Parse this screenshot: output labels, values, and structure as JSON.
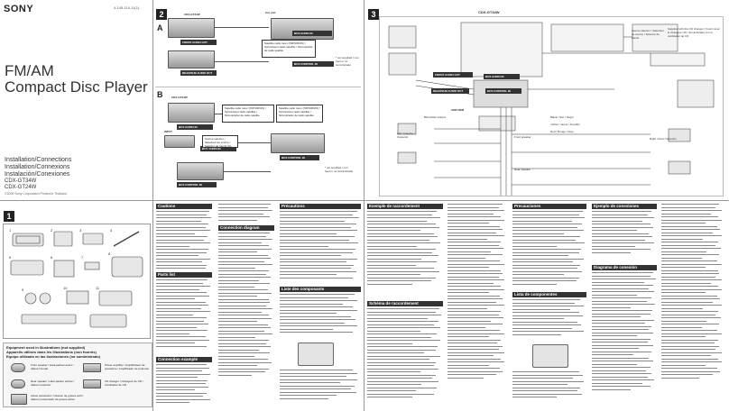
{
  "cover": {
    "brand": "SONY",
    "doc_number": "4-145-114-11(1)",
    "title_line1": "FM/AM",
    "title_line2": "Compact Disc Player",
    "sub1": "Installation/Connections",
    "sub2": "Installation/Connexions",
    "sub3": "Instalación/Conexiones",
    "model1": "CDX-GT34W",
    "model2": "CDX-GT24W",
    "copyright": "©2009 Sony Corporation   Printed in Thailand"
  },
  "sections": {
    "s1": "1",
    "s2": "2",
    "s3": "3",
    "letter_a": "A",
    "letter_b": "B"
  },
  "diagram2": {
    "model_a": "CDX-GT34W",
    "model_b": "CDX-GT34W",
    "car_unit": "Car unit",
    "front_out": "FRONT AUDIO OUT",
    "rear_out": "REAR/SUB AUDIO OUT",
    "bus_audio_in": "BUS AUDIO IN",
    "bus_control_in": "BUS CONTROL IN",
    "sat_tuner": "Satellite radio tuner (XM/SIRIUS) / Syntoniseur radio satellite / Sintonizador de radio satélite",
    "source_selector": "Source selector / Sélecteur de source / Selector de fuente XA-C40",
    "not_supplied": "* not supplied / non fourni / no suministrado",
    "input": "INPUT"
  },
  "diagram3": {
    "model": "CDX-GT34W",
    "front_out": "FRONT AUDIO OUT",
    "rear_out": "REAR/SUB AUDIO OUT",
    "bus_audio_in": "BUS AUDIO IN",
    "bus_control_in": "BUS CONTROL IN",
    "source_selector": "Source selector / Sélecteur de source / Selector de fuente",
    "cd_changer": "Supplied with the CD changer / Fourni avec le changeur CD / Suministrado con el cambiador de CD",
    "amp_remote": "AMP REM",
    "left": "Left / Gauche / Izquierdo",
    "right": "Right / Droit / Derecho",
    "black": "Black / Noir / Negro",
    "yellow": "Yellow / Jaune / Amarillo",
    "red": "Red / Rouge / Rojo",
    "blue_white": "Blue/white striped",
    "front_speaker": "Front speaker",
    "rear_speaker": "Rear speaker"
  },
  "equipment": {
    "heading1": "Equipment used in illustrations (not supplied)",
    "heading2": "Appareils utilisés dans les illustrations (non fournis)",
    "heading3": "Equipo utilizado en las ilustraciones (no suministrado)",
    "front_speaker": "Front speaker / Haut-parleur avant / Altavoz frontal",
    "power_amp": "Power amplifier / Amplificateur de puissance / Amplificador de potencia",
    "rear_speaker": "Rear speaker / Haut-parleur arrière / Altavoz posterior",
    "cd_changer": "CD changer / Changeur de CD / Cambiador de CD",
    "subwoofer": "Active subwoofer / Caisson de graves actif / Altavoz potenciador de graves activo"
  },
  "columns": {
    "cautions": "Cautions",
    "parts_list": "Parts list",
    "connection_example": "Connection example",
    "connection_diagram": "Connection diagram",
    "precautions_fr": "Précautions",
    "exemple_fr": "Exemple de raccordement",
    "liste_fr": "Liste des composants",
    "schema_fr": "Schéma de raccordement",
    "precauciones_es": "Precauciones",
    "lista_es": "Lista de componentes",
    "ejemplo_es": "Ejemplo de conexiones",
    "diagrama_es": "Diagrama de conexión"
  }
}
